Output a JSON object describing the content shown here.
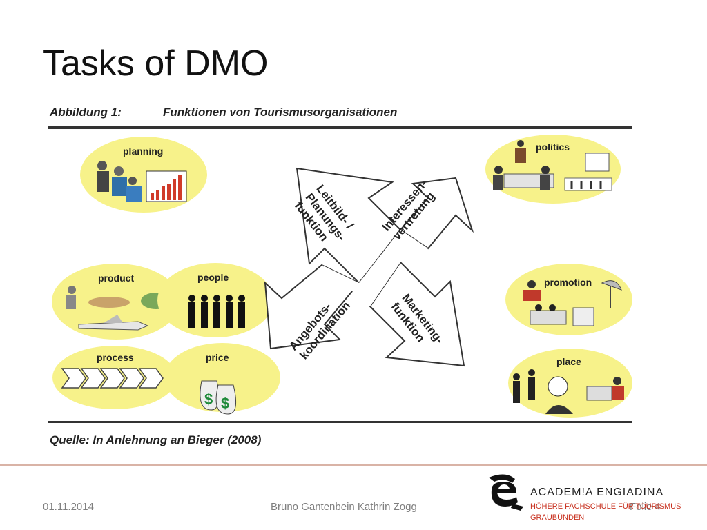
{
  "slide": {
    "title": "Tasks of DMO"
  },
  "figure": {
    "header_label": "Abbildung 1:",
    "header_title": "Funktionen von Tourismusorganisationen",
    "source": "Quelle: In Anlehnung an Bieger (2008)",
    "arrows": {
      "top_left": [
        "Leitbild- /",
        "Planungs-",
        "funktion"
      ],
      "top_right": [
        "Interessen-",
        "vertretung"
      ],
      "bottom_left": [
        "Angebots-",
        "koordination"
      ],
      "bottom_right": [
        "Marketing-",
        "funktion"
      ]
    },
    "bubbles": {
      "planning": "planning",
      "politics": "politics",
      "product": "product",
      "people": "people",
      "process": "process",
      "price": "price",
      "promotion": "promotion",
      "place": "place"
    },
    "colors": {
      "bubble": "#f7f28a",
      "arrow_fill": "#ffffff",
      "arrow_stroke": "#333333"
    }
  },
  "footer": {
    "date": "01.11.2014",
    "authors": "Bruno Gantenbein Kathrin Zogg",
    "folio": "Folie 4",
    "logo_name": "ACADEM!A ENGIADINA",
    "logo_line1": "HÖHERE FACHSCHULE FÜR TOURISMUS",
    "logo_line2": "GRAUBÜNDEN",
    "accent": "#c8311f"
  }
}
